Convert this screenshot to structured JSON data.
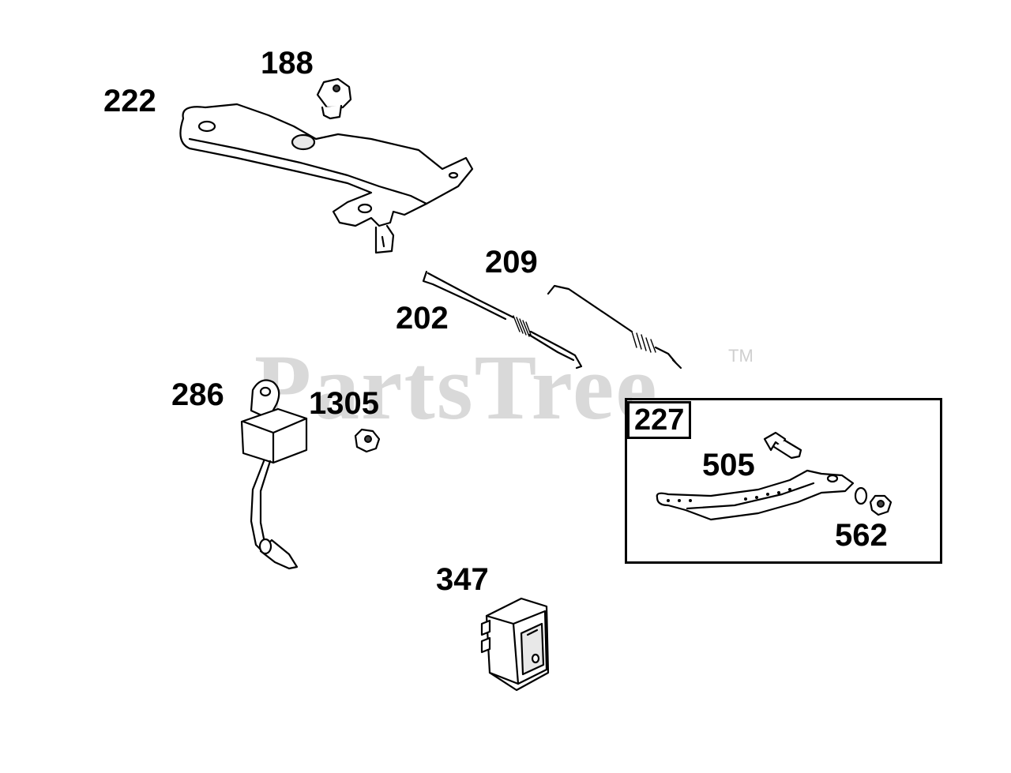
{
  "watermark": {
    "text": "PartsTree",
    "trademark": "TM"
  },
  "callouts": {
    "p188": "188",
    "p222": "222",
    "p209": "209",
    "p202": "202",
    "p286": "286",
    "p1305": "1305",
    "p227": "227",
    "p505": "505",
    "p562": "562",
    "p347": "347"
  }
}
